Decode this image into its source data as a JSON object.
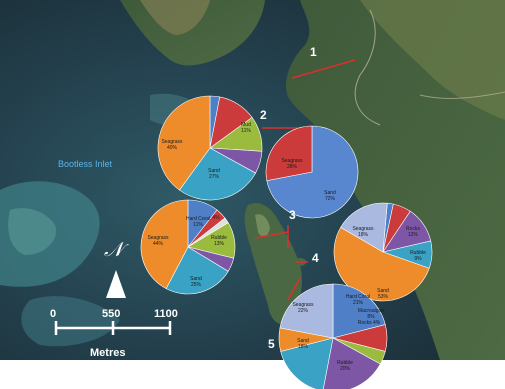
{
  "place_label": "Bootless Inlet",
  "north_symbol": "𝒩",
  "scale": {
    "ticks": [
      "0",
      "550",
      "1100"
    ],
    "unit": "Metres"
  },
  "sites": [
    {
      "number": "1",
      "segments": [],
      "labels": []
    },
    {
      "number": "2",
      "segments": [
        {
          "value": 3,
          "color": "#4e7fc7"
        },
        {
          "value": 12,
          "color": "#cc3b3b"
        },
        {
          "value": 11,
          "color": "#9bbb3f"
        },
        {
          "value": 7,
          "color": "#7d57a6"
        },
        {
          "value": 27,
          "color": "#3aa2c4"
        },
        {
          "value": 40,
          "color": "#ee8c2b"
        }
      ],
      "labels": [
        {
          "text": [
            "Mud",
            "11%"
          ]
        },
        {
          "text": [
            "Sand",
            "27%"
          ]
        },
        {
          "text": [
            "Seagrass",
            "40%"
          ]
        }
      ]
    },
    {
      "number": "",
      "segments": [
        {
          "value": 72,
          "color": "#5887cf"
        },
        {
          "value": 28,
          "color": "#cc3b3b"
        }
      ],
      "labels": [
        {
          "text": [
            "Sand",
            "72%"
          ]
        },
        {
          "text": [
            "Seagrass",
            "28%"
          ]
        }
      ]
    },
    {
      "number": "3",
      "segments": [
        {
          "value": 11,
          "color": "#4e7fc7"
        },
        {
          "value": 4,
          "color": "#cc3b3b"
        },
        {
          "value": 2,
          "color": "#e0e0e0"
        },
        {
          "value": 13,
          "color": "#9bbb3f"
        },
        {
          "value": 5,
          "color": "#7d57a6"
        },
        {
          "value": 25,
          "color": "#3aa2c4"
        },
        {
          "value": 44,
          "color": "#ee8c2b"
        }
      ],
      "labels": [
        {
          "text": [
            "Hard Coral",
            "11%"
          ]
        },
        {
          "text": [
            "4%"
          ]
        },
        {
          "text": [
            "Rubble",
            "13%"
          ]
        },
        {
          "text": [
            "Sand",
            "25%"
          ]
        },
        {
          "text": [
            "Seagrass",
            "44%"
          ]
        }
      ]
    },
    {
      "number": "4",
      "segments": [
        {
          "value": 2,
          "color": "#4e7fc7"
        },
        {
          "value": 6,
          "color": "#cc3b3b"
        },
        {
          "value": 12,
          "color": "#7d57a6"
        },
        {
          "value": 9,
          "color": "#3aa2c4"
        },
        {
          "value": 53,
          "color": "#ee8c2b"
        },
        {
          "value": 18,
          "color": "#a9b9e0"
        }
      ],
      "labels": [
        {
          "text": [
            "Rocks",
            "12%"
          ]
        },
        {
          "text": [
            "Rubble",
            "9%"
          ]
        },
        {
          "text": [
            "Sand",
            "53%"
          ]
        },
        {
          "text": [
            "Seagrass",
            "18%"
          ]
        }
      ]
    },
    {
      "number": "5",
      "segments": [
        {
          "value": 21,
          "color": "#4e7fc7"
        },
        {
          "value": 8,
          "color": "#cc3b3b"
        },
        {
          "value": 4,
          "color": "#9bbb3f"
        },
        {
          "value": 20,
          "color": "#7d57a6"
        },
        {
          "value": 18,
          "color": "#3aa2c4"
        },
        {
          "value": 7,
          "color": "#ee8c2b"
        },
        {
          "value": 22,
          "color": "#a9b9e0"
        }
      ],
      "labels": [
        {
          "text": [
            "Hard Coral",
            "21%"
          ]
        },
        {
          "text": [
            "Macroalgae",
            "8%"
          ]
        },
        {
          "text": [
            "Rocks 4%"
          ]
        },
        {
          "text": [
            "Rubble",
            "20%"
          ]
        },
        {
          "text": [
            "Sand",
            "18%"
          ]
        },
        {
          "text": [
            "Seagrass",
            "22%"
          ]
        }
      ]
    }
  ]
}
